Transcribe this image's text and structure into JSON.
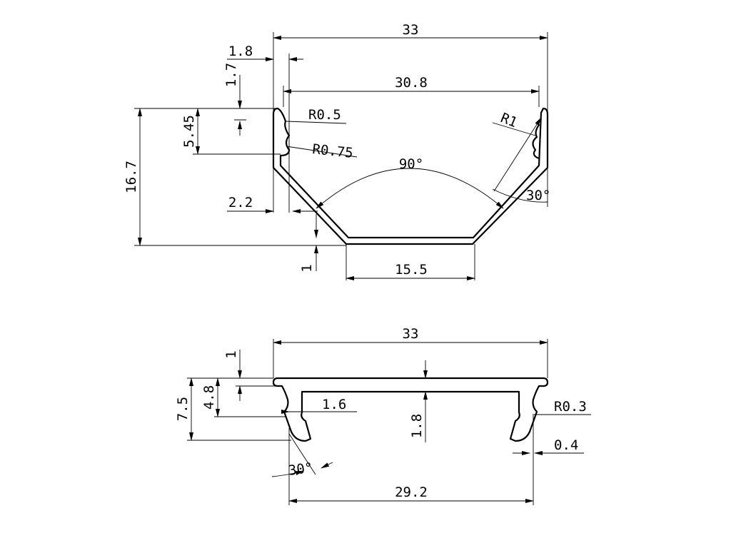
{
  "top_profile": {
    "width": "33",
    "inner_width": "30.8",
    "lip": "1.8",
    "lip_height": "1.7",
    "radius_small": "R0.5",
    "groove_height": "5.45",
    "radius_groove": "R0.75",
    "angle_center": "90°",
    "radius_corner": "R1",
    "angle_wall": "30°",
    "height": "16.7",
    "wall": "2.2",
    "base_thickness": "1",
    "base_width": "15.5"
  },
  "bottom_profile": {
    "width": "33",
    "top_thickness": "1",
    "height": "7.5",
    "leg_height": "4.8",
    "leg": "1.6",
    "center_thickness": "1.8",
    "radius": "R0.3",
    "gap": "0.4",
    "angle": "30°",
    "inner_width": "29.2"
  }
}
